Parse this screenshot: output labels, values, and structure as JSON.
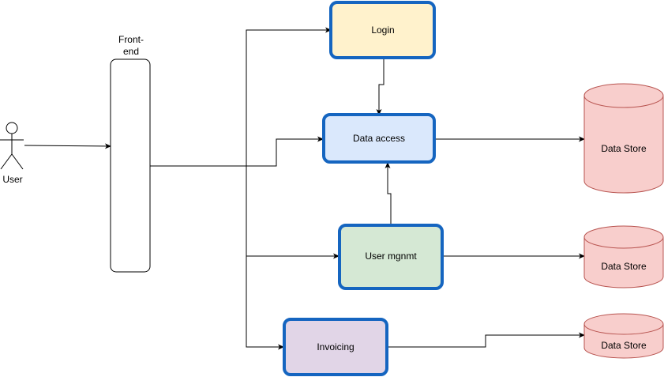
{
  "actor": {
    "label": "User"
  },
  "frontend": {
    "label_line1": "Front-",
    "label_line2": "end"
  },
  "services": {
    "login": {
      "label": "Login",
      "fill": "#fff2cc",
      "stroke": "#1565c0"
    },
    "data_access": {
      "label": "Data access",
      "fill": "#dae8fc",
      "stroke": "#1565c0"
    },
    "user_mgmt": {
      "label": "User mgnmt",
      "fill": "#d5e8d4",
      "stroke": "#1565c0"
    },
    "invoicing": {
      "label": "Invoicing",
      "fill": "#e1d5e7",
      "stroke": "#1565c0"
    }
  },
  "stores": [
    {
      "label": "Data Store"
    },
    {
      "label": "Data Store"
    },
    {
      "label": "Data Store"
    }
  ],
  "colors": {
    "store_fill": "#f8cecc",
    "store_stroke": "#b85450",
    "line": "#000000"
  }
}
